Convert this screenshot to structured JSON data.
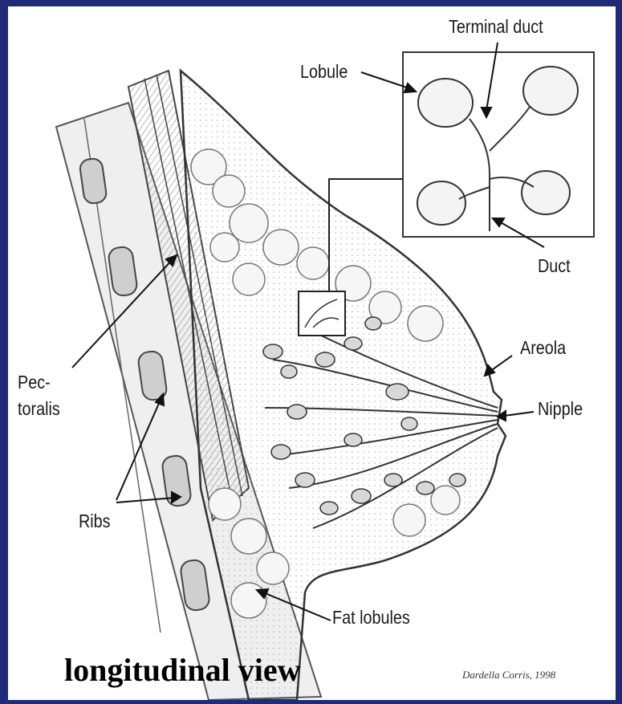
{
  "labels": {
    "terminal_duct": "Terminal duct",
    "lobule": "Lobule",
    "duct": "Duct",
    "areola": "Areola",
    "nipple": "Nipple",
    "pectoralis_line1": "Pec-",
    "pectoralis_line2": "toralis",
    "ribs": "Ribs",
    "fat_lobules": "Fat lobules"
  },
  "caption": "longitudinal view",
  "signature": "Dardella Corris, 1998",
  "colors": {
    "background": "#1f2a78",
    "panel": "#ffffff",
    "ink": "#1a1a1a"
  }
}
